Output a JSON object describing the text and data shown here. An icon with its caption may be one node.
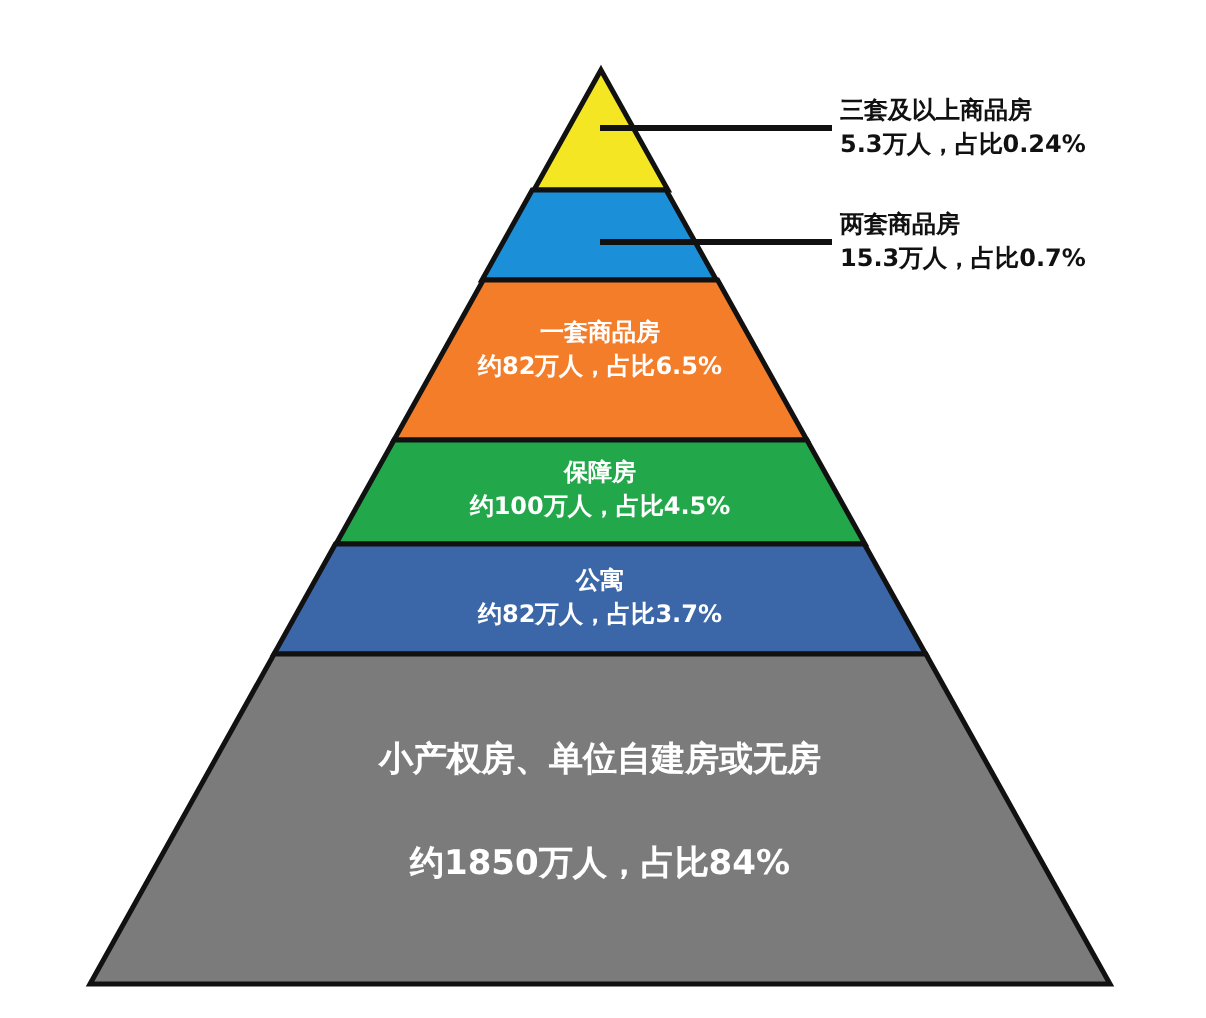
{
  "diagram": {
    "nodes": [
      {
        "text": [
          "三套及以上商品房",
          "5.3万人，占比0.24%"
        ]
      },
      {
        "text": [],
        "shape": "triangle"
      },
      {
        "text": [
          "两套商品房",
          "15.3万人，占比0.7%"
        ]
      },
      {
        "text": [],
        "shape": "band"
      },
      {
        "text": [
          "一套商品房",
          "约82万人，占比6.5%"
        ]
      },
      {
        "text": [
          "保障房",
          "约100万人，占比4.5%"
        ]
      },
      {
        "text": [
          "公寓",
          "约82万人，占比3.7%"
        ]
      },
      {
        "text": [
          "小产权房、单位自建房或无房",
          "约1850万人，占比84%"
        ]
      }
    ],
    "edges": [
      {
        "from": 0,
        "to": 1,
        "arrow": "none"
      },
      {
        "from": 2,
        "to": 3,
        "arrow": "none"
      }
    ]
  }
}
